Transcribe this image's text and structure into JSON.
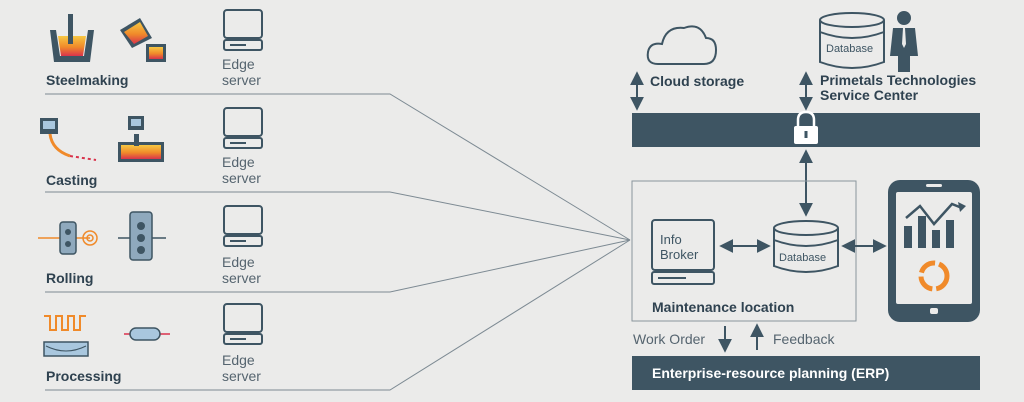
{
  "processes": [
    {
      "label": "Steelmaking",
      "server_lines": [
        "Edge",
        "server"
      ]
    },
    {
      "label": "Casting",
      "server_lines": [
        "Edge",
        "server"
      ]
    },
    {
      "label": "Rolling",
      "server_lines": [
        "Edge",
        "server"
      ]
    },
    {
      "label": "Processing",
      "server_lines": [
        "Edge",
        "server"
      ]
    }
  ],
  "cloud": {
    "label": "Cloud storage"
  },
  "service_center": {
    "label_lines": [
      "Primetals Technologies",
      "Service Center"
    ],
    "db_label": "Database"
  },
  "maintenance": {
    "label": "Maintenance location",
    "broker_lines": [
      "Info",
      "Broker"
    ],
    "db_label": "Database"
  },
  "erp": {
    "label": "Enterprise-resource planning (ERP)",
    "work_order": "Work Order",
    "feedback": "Feedback"
  },
  "colors": {
    "dark": "#3e5563",
    "line": "#7d8a93",
    "background": "#ebebea",
    "accent_orange": "#f08a2a",
    "accent_red": "#d9334c",
    "accent_yellow": "#f7c843"
  }
}
